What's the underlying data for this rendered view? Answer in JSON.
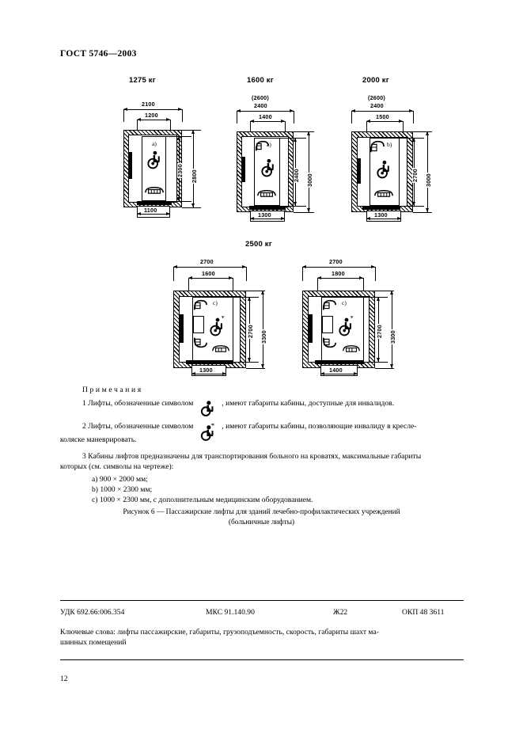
{
  "header": {
    "standard": "ГОСТ 5746—2003"
  },
  "capacity_titles": [
    {
      "label": "1275 кг"
    },
    {
      "label": "1600 кг"
    },
    {
      "label": "2000 кг"
    },
    {
      "label": "2500 кг"
    }
  ],
  "diagrams": [
    {
      "id": "lift-1275",
      "capacity": "1275 кг",
      "shaft_width": "2100",
      "cabin_width": "1200",
      "cabin_depth": "2300",
      "shaft_depth": "2800",
      "door_width": "1100",
      "bed_mark": "a)",
      "symbol": "wheelchair"
    },
    {
      "id": "lift-1600",
      "capacity": "1600 кг",
      "shaft_width_alt": "(2600)",
      "shaft_width": "2400",
      "cabin_width": "1400",
      "cabin_depth": "2400",
      "shaft_depth": "3000",
      "door_width": "1300",
      "bed_mark": "a)",
      "symbol": "wheelchair"
    },
    {
      "id": "lift-2000",
      "capacity": "2000 кг",
      "shaft_width_alt": "(2600)",
      "shaft_width": "2400",
      "cabin_width": "1500",
      "cabin_depth": "2700",
      "shaft_depth": "3000",
      "door_width": "1300",
      "bed_mark": "b)",
      "symbol": "wheelchair"
    },
    {
      "id": "lift-2500-a",
      "capacity": "2500 кг",
      "shaft_width": "2700",
      "cabin_width": "1600",
      "cabin_depth": "2700",
      "shaft_depth": "3300",
      "door_width": "1300",
      "bed_mark": "c)",
      "symbol": "wheelchair-star"
    },
    {
      "id": "lift-2500-b",
      "capacity": "2500 кг",
      "shaft_width": "2700",
      "cabin_width": "1800",
      "cabin_depth": "2700",
      "shaft_depth": "3300",
      "door_width": "1400",
      "bed_mark": "c)",
      "symbol": "wheelchair-star"
    }
  ],
  "notes": {
    "title": "Примечания",
    "note1_before": "1 Лифты, обозначенные символом",
    "note1_after": ", имеют габариты кабины, доступные для инвалидов.",
    "note2_before": "2 Лифты, обозначенные символом",
    "note2_after": ", имеют габариты кабины, позволяющие инвалиду в кресле-",
    "note2_cont": "коляске маневрировать.",
    "note3_line1": "3 Кабины лифтов предназначены для транспортирования больного на кроватях, максимальные габариты",
    "note3_line2": "которых (см. символы на чертеже):",
    "items": [
      "a)  900 × 2000 мм;",
      "b)  1000 × 2300 мм;",
      "c)  1000 × 2300 мм, с дополнительным медицинским оборудованием."
    ]
  },
  "figure_caption": {
    "line1": "Рисунок 6 — Пассажирские лифты для зданий лечебно-профилактических учреждений",
    "line2": "(больничные лифты)"
  },
  "footer": {
    "udk": "УДК 692.66:006.354",
    "mks": "МКС 91.140.90",
    "code": "Ж22",
    "okp": "ОКП 48 3611",
    "keywords_line1": "Ключевые слова: лифты пассажирские, габариты, грузоподъемность, скорость, габариты шахт ма-",
    "keywords_line2": "шинных помещений",
    "page_number": "12"
  }
}
